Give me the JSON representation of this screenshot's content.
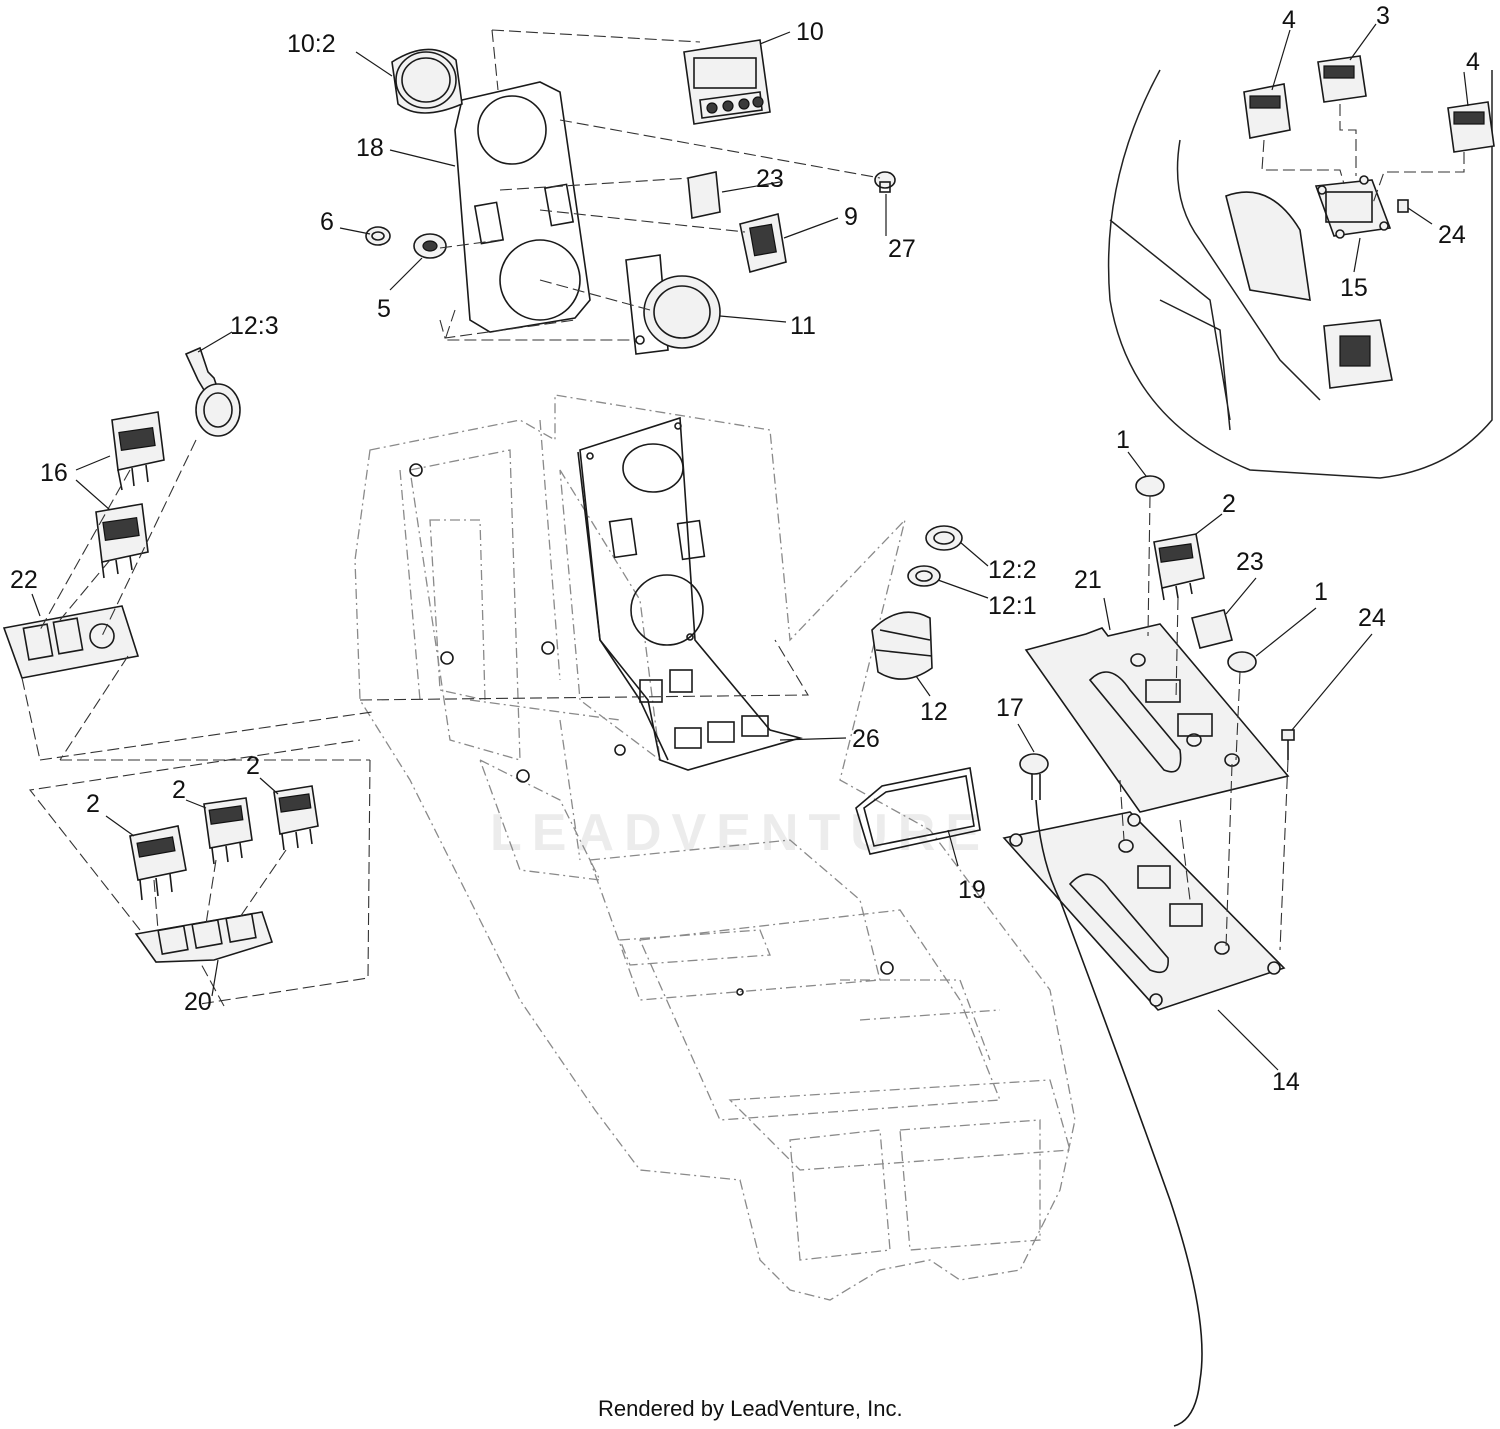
{
  "watermark": "LEADVENTURE",
  "footer": "Rendered by LeadVenture, Inc.",
  "callouts": {
    "c10": "10",
    "c10_2": "10:2",
    "c18": "18",
    "c23a": "23",
    "c9": "9",
    "c27": "27",
    "c6": "6",
    "c5": "5",
    "c11": "11",
    "c12_3": "12:3",
    "c16": "16",
    "c22": "22",
    "c4a": "4",
    "c3": "3",
    "c4b": "4",
    "c24a": "24",
    "c15": "15",
    "c1a": "1",
    "c2a": "2",
    "c12_2": "12:2",
    "c12_1": "12:1",
    "c12": "12",
    "c21": "21",
    "c23b": "23",
    "c1b": "1",
    "c24b": "24",
    "c26": "26",
    "c17": "17",
    "c2b": "2",
    "c2c": "2",
    "c2d": "2",
    "c19": "19",
    "c20": "20",
    "c14": "14"
  }
}
